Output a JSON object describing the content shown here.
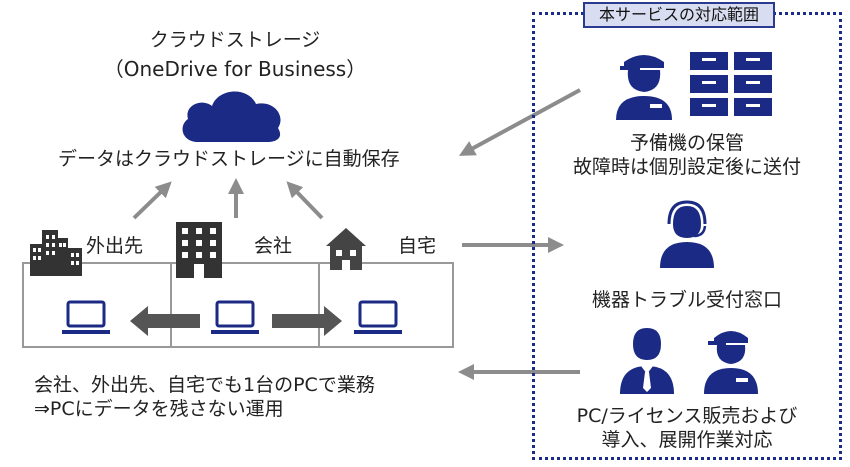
{
  "cloud": {
    "title": "クラウドストレージ",
    "subtitle": "（OneDrive for Business）",
    "caption": "データはクラウドストレージに自動保存"
  },
  "locations": {
    "outside": "外出先",
    "office": "会社",
    "home": "自宅"
  },
  "bottom_text": {
    "line1": "会社、外出先、自宅でも1台のPCで業務",
    "line2": "⇒PCにデータを残さない運用"
  },
  "service": {
    "title": "本サービスの対応範囲",
    "spare": {
      "line1": "予備機の保管",
      "line2": "故障時は個別設定後に送付"
    },
    "helpdesk": {
      "label": "機器トラブル受付窓口"
    },
    "sales": {
      "line1": "PC/ライセンス販売および",
      "line2": "導入、展開作業対応"
    }
  },
  "colors": {
    "navy": "#1b2a85",
    "gray_arrow": "#8c8c8c",
    "panel_fill": "#d9ddf1"
  }
}
